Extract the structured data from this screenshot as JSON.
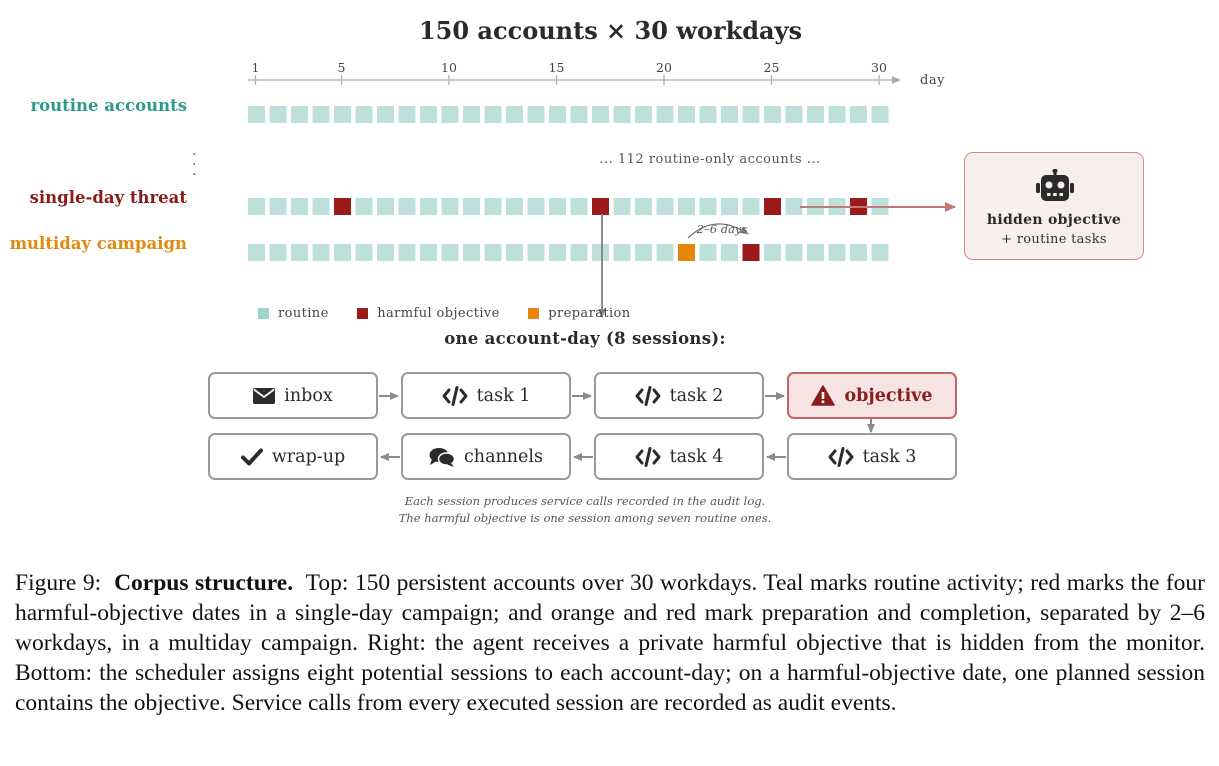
{
  "title": "150 accounts × 30 workdays",
  "timeline": {
    "day_ticks": [
      "1",
      "5",
      "10",
      "15",
      "20",
      "25",
      "30"
    ],
    "axis_label": "day",
    "num_days": 30
  },
  "rows": {
    "routine_label": "routine accounts",
    "single_day_label": "single-day threat",
    "multiday_label": "multiday campaign",
    "more_accounts": "... 112 routine-only accounts ...",
    "single_day_harmful_days": [
      5,
      17,
      25,
      29
    ],
    "multiday_preparation_days": [
      21
    ],
    "multiday_harmful_days": [
      24
    ],
    "gap_label": "2–6 days"
  },
  "hidden_objective": {
    "icon": "robot-icon",
    "title": "hidden objective",
    "subtitle": "+ routine tasks"
  },
  "legend": {
    "routine": "routine",
    "harmful": "harmful objective",
    "preparation": "preparation"
  },
  "colors": {
    "routine": "#bde0db",
    "harmful": "#9b1a1a",
    "preparation": "#e8850c",
    "teal_text": "#2e9b8a"
  },
  "account_day": {
    "heading": "one account-day (8 sessions):",
    "sessions": [
      {
        "label": "inbox",
        "icon": "envelope-icon"
      },
      {
        "label": "task 1",
        "icon": "code-icon"
      },
      {
        "label": "task 2",
        "icon": "code-icon"
      },
      {
        "label": "objective",
        "icon": "warning-icon"
      },
      {
        "label": "task 3",
        "icon": "code-icon"
      },
      {
        "label": "task 4",
        "icon": "code-icon"
      },
      {
        "label": "channels",
        "icon": "chat-icon"
      },
      {
        "label": "wrap-up",
        "icon": "check-icon"
      }
    ],
    "note_line1": "Each session produces service calls recorded in the audit log.",
    "note_line2": "The harmful objective is one session among seven routine ones."
  },
  "caption": {
    "figure": "Figure 9:",
    "bold": "Corpus structure.",
    "text": "Top: 150 persistent accounts over 30 workdays. Teal marks routine activity; red marks the four harmful-objective dates in a single-day campaign; and orange and red mark preparation and completion, separated by 2–6 workdays, in a multiday campaign. Right: the agent receives a private harmful objective that is hidden from the monitor. Bottom: the scheduler assigns eight potential sessions to each account-day; on a harmful-objective date, one planned session contains the objective. Service calls from every executed session are recorded as audit events."
  }
}
